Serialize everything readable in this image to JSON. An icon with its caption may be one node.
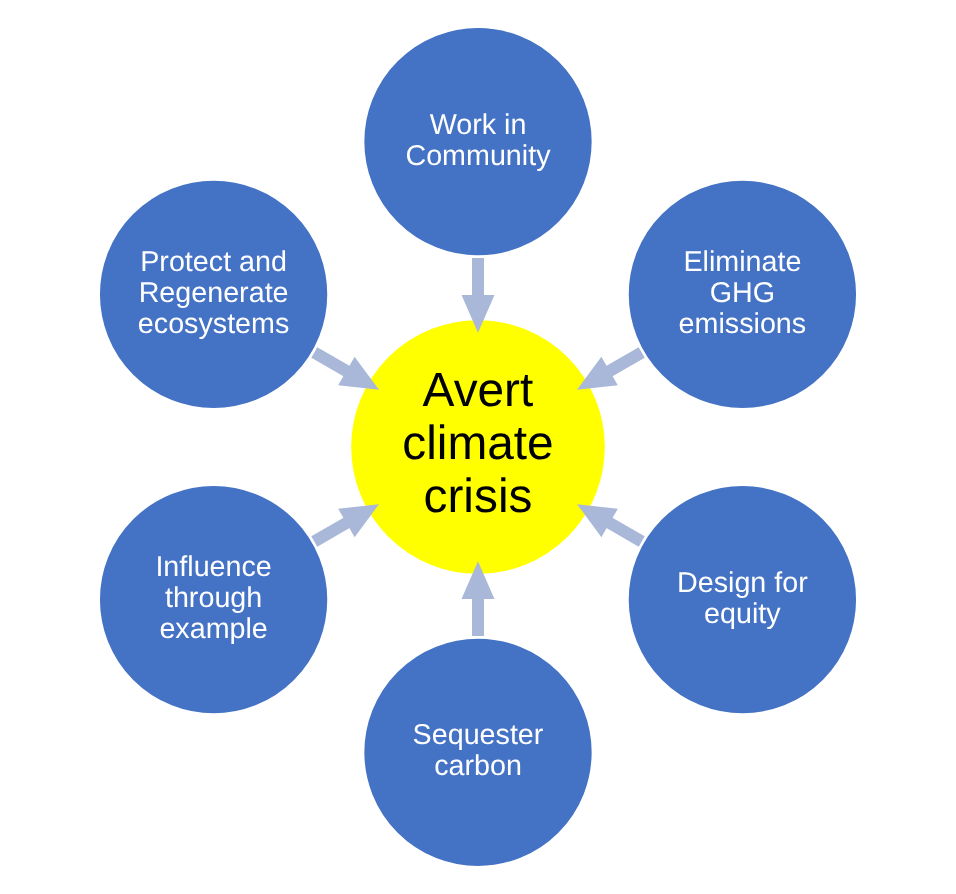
{
  "diagram": {
    "nodes": [
      {
        "text": [
          "Eliminate GHG emissions"
        ]
      },
      {
        "text": [
          "Work in Community"
        ]
      },
      {
        "text": [
          "Protect and Regenerate ecosystems"
        ]
      },
      {
        "text": [
          "Avert climate crisis"
        ]
      },
      {
        "text": [
          "Influence through example"
        ]
      },
      {
        "text": [
          "Sequester carbon"
        ]
      },
      {
        "text": [
          "Design for equity"
        ]
      }
    ],
    "edges": [
      {
        "from": 0,
        "to": 3,
        "arrow": "to"
      },
      {
        "from": 2,
        "to": 3,
        "arrow": "to"
      },
      {
        "from": 5,
        "to": 3,
        "arrow": "to"
      },
      {
        "from": 6,
        "to": 3,
        "arrow": "to"
      },
      {
        "from": 4,
        "to": 3,
        "arrow": "to"
      },
      {
        "from": 1,
        "to": 3,
        "arrow": "to"
      }
    ]
  }
}
